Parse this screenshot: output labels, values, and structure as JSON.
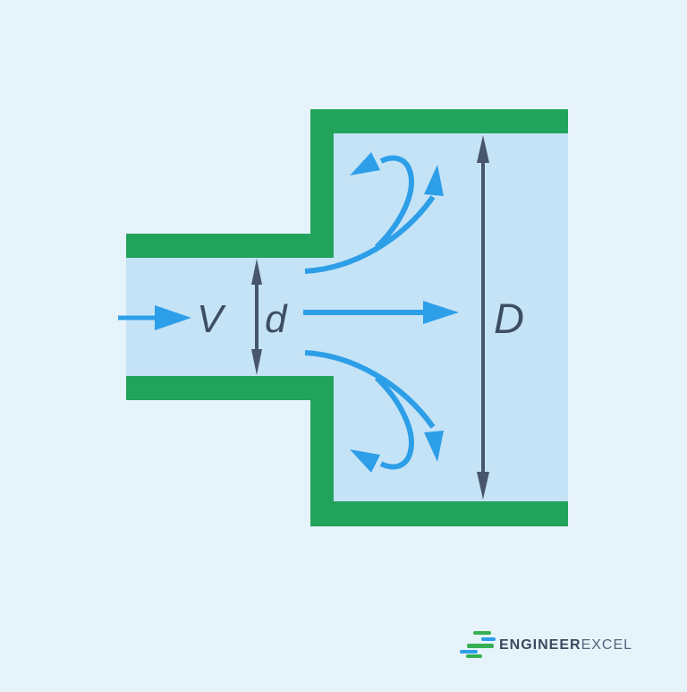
{
  "meta": {
    "description": "Sudden expansion pipe flow diagram: fluid enters a small pipe of diameter d with velocity V and expands into a larger pipe of diameter D, creating recirculation eddies at the expansion corners."
  },
  "diagram": {
    "labels": {
      "inlet_velocity": "V",
      "small_diameter": "d",
      "large_diameter": "D"
    },
    "icons": [
      "inlet-flow-arrow",
      "jet-flow-arrow",
      "upper-outer-recirculation-arrow",
      "upper-inner-eddy-arrow",
      "lower-outer-recirculation-arrow",
      "lower-inner-eddy-arrow",
      "small-diameter-dimension-arrow",
      "large-diameter-dimension-arrow"
    ]
  },
  "logo": {
    "brand_primary": "ENGINEER",
    "brand_secondary": "EXCEL",
    "icon": "logo-bars-icon"
  },
  "colors": {
    "background": "#e7f3fb",
    "pipe_wall_green": "#22a35c",
    "fluid_blue": "#c5e3f6",
    "flow_arrow_blue": "#2d9ee8",
    "dimension_gray": "#47566b",
    "label_color": "#3d4e63",
    "logo_green": "#35b054",
    "logo_blue": "#2d9ee8",
    "logo_text_dark": "#3a4b60",
    "logo_text_light": "#54647b"
  }
}
